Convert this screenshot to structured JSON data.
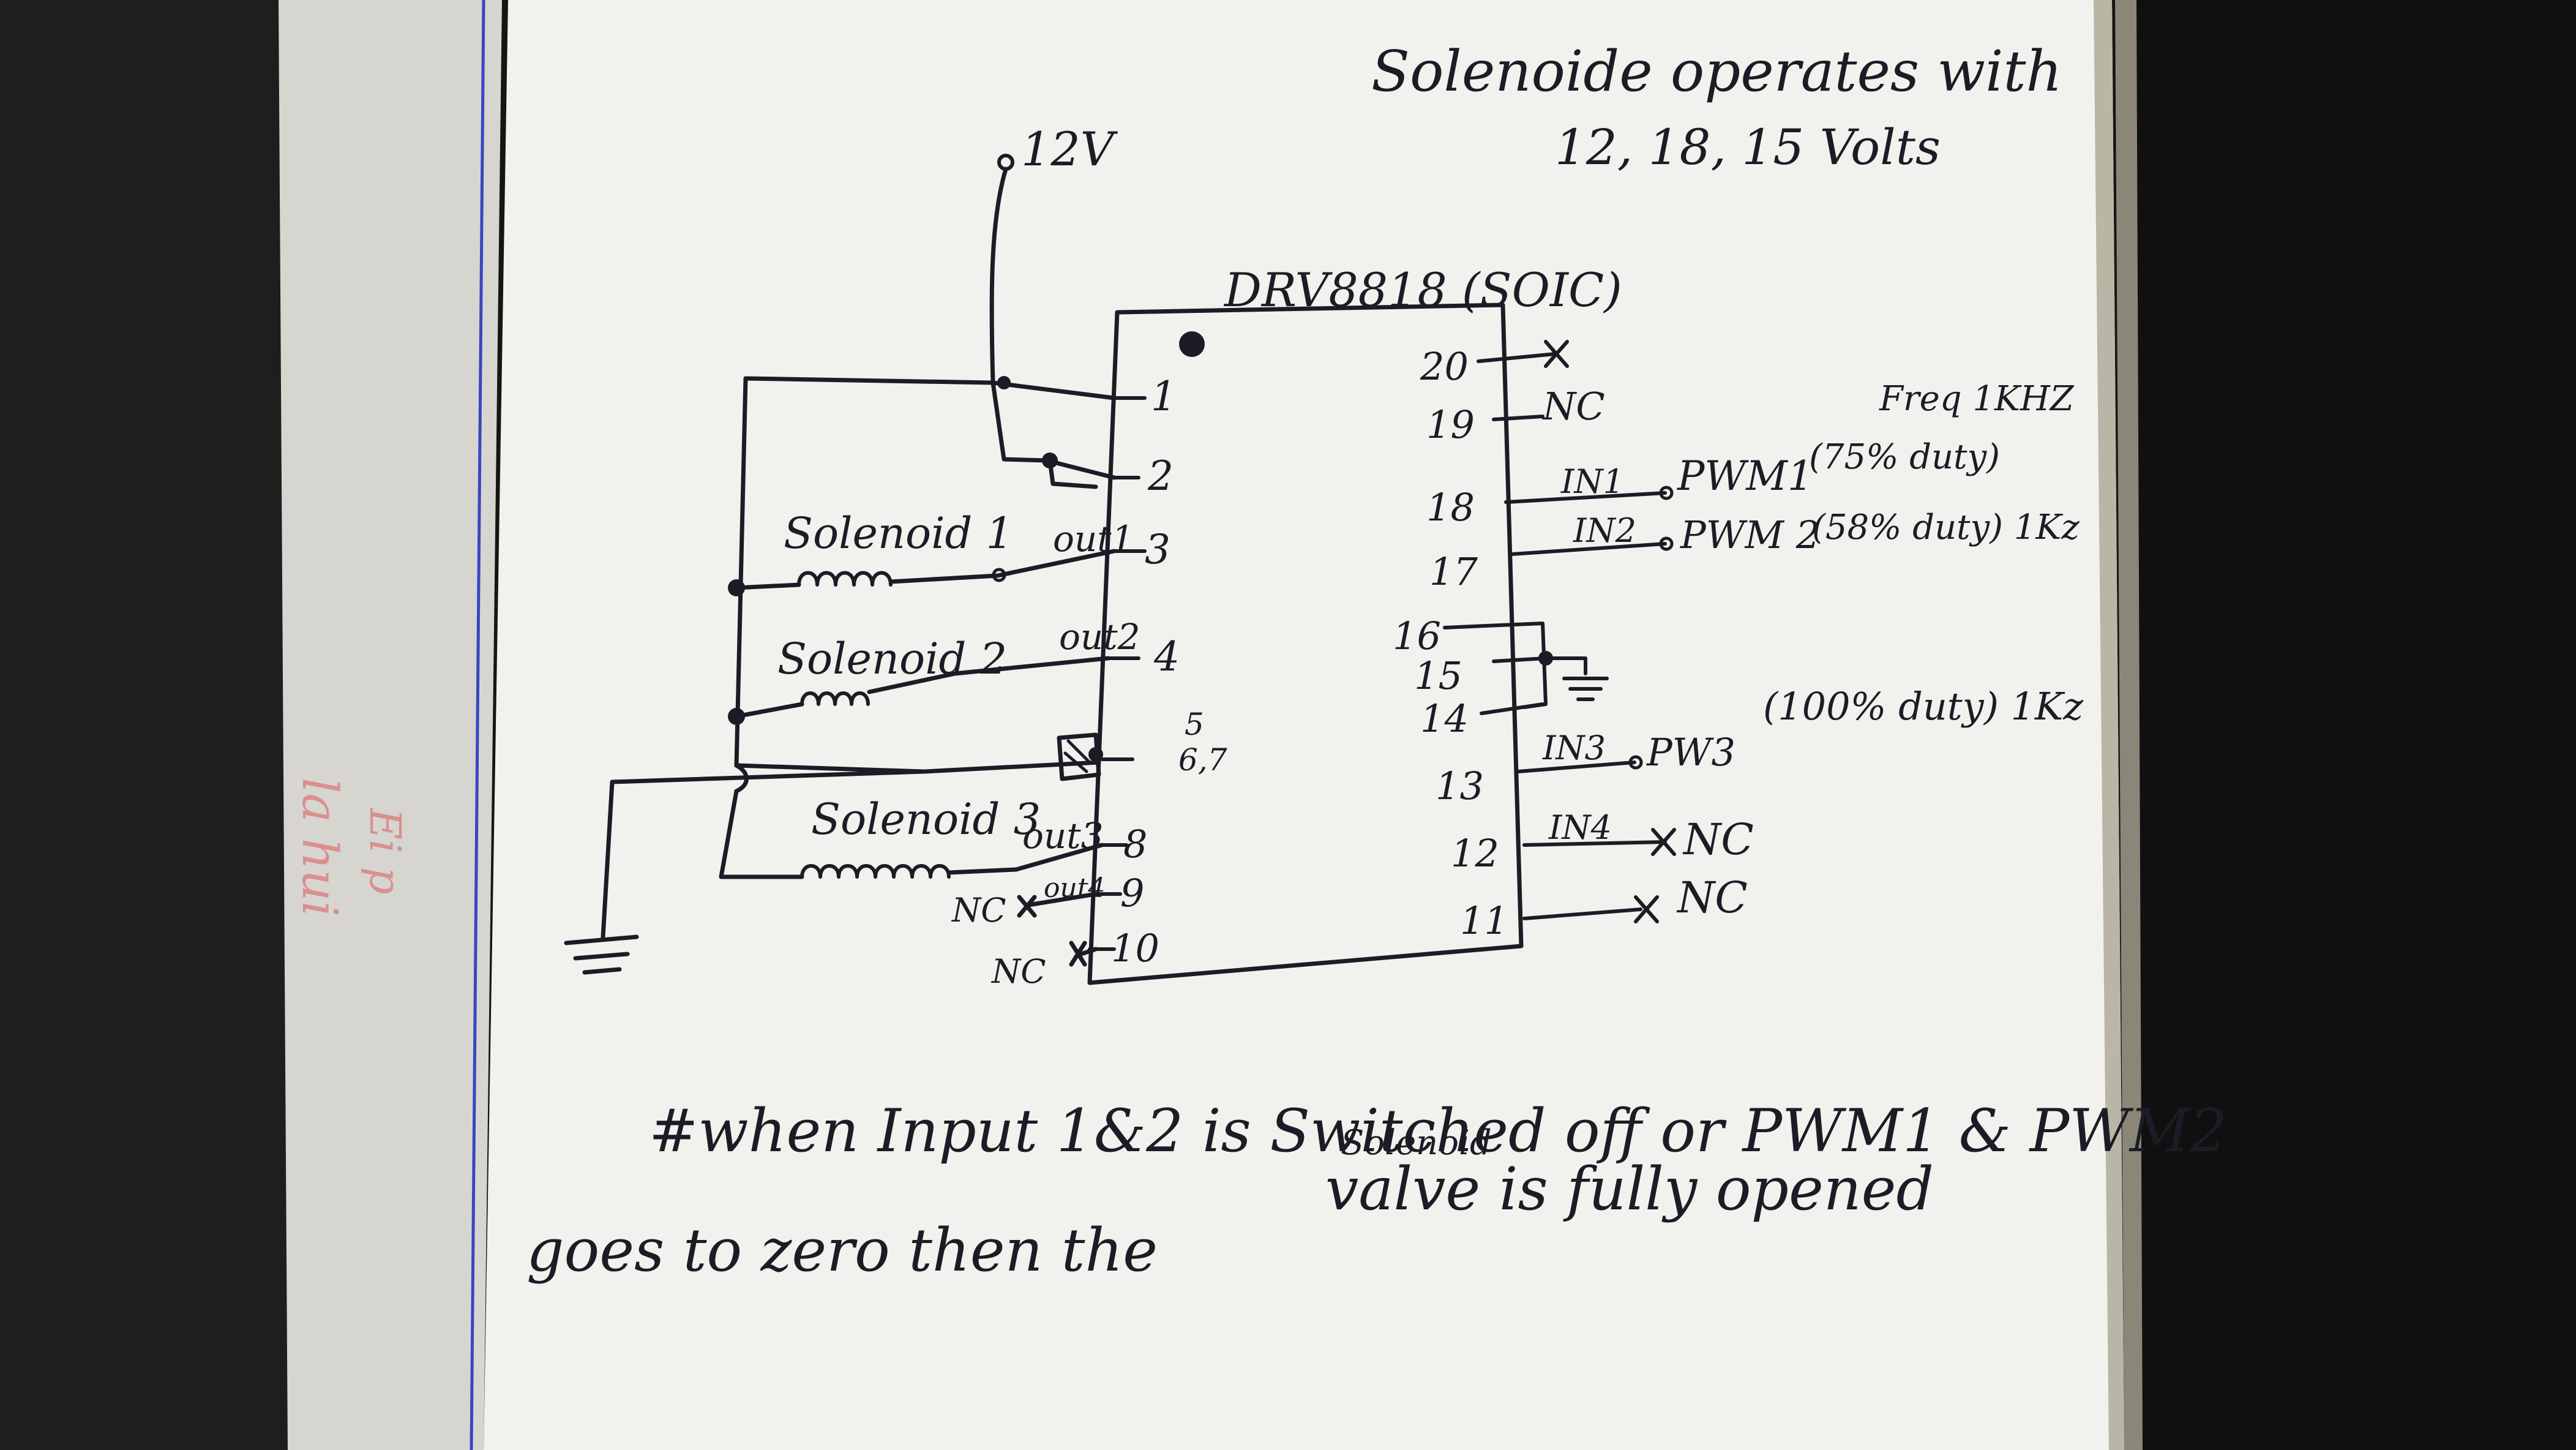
{
  "notes": {
    "top_line1": "Solenoide operates with",
    "top_line2": "12, 18, 15 Volts",
    "bottom_line1": "#when Input 1&2 is Switched off or PWM1 & PWM2",
    "bottom_line2_a": "goes to zero then the",
    "bottom_line2_b": "valve is fully opened",
    "bottom_insert": "Solenoid"
  },
  "supply": {
    "label": "12V"
  },
  "chip": {
    "label": "DRV8818 (SOIC)"
  },
  "left_pins": [
    "1",
    "2",
    "3",
    "4",
    "5",
    "6,7",
    "8",
    "9",
    "10"
  ],
  "right_pins": [
    "20",
    "19",
    "18",
    "17",
    "16",
    "15",
    "14",
    "13",
    "12",
    "11"
  ],
  "solenoids": [
    {
      "label": "Solenoid 1",
      "out": "out1"
    },
    {
      "label": "Solenoid 2",
      "out": "out2"
    },
    {
      "label": "Solenoid 3",
      "out": "out3"
    }
  ],
  "left_nc": {
    "pin9_label": "NC",
    "pin9_out": "out4",
    "pin10_label": "NC"
  },
  "right_signals": {
    "pin19": "NC",
    "in1": "IN1",
    "pwm1": "PWM1",
    "pwm1_note": "(75% duty)",
    "freq": "Freq 1KHZ",
    "in2": "IN2",
    "pwm2": "PWM 2",
    "pwm2_note": "(58% duty) 1Kz",
    "in3": "IN3",
    "pwm3": "PW3",
    "pwm3_note": "(100% duty) 1Kz",
    "in4": "IN4",
    "in4_nc": "NC",
    "pin11_nc": "NC"
  },
  "margin_scribbles": {
    "a": "la hui",
    "b": "Ei p"
  },
  "colors": {
    "paper": "#f2f2ef",
    "ink": "#1c1c26",
    "background": "#141414",
    "margin_ink": "#d9908e",
    "margin_line": "#3a46c0"
  }
}
